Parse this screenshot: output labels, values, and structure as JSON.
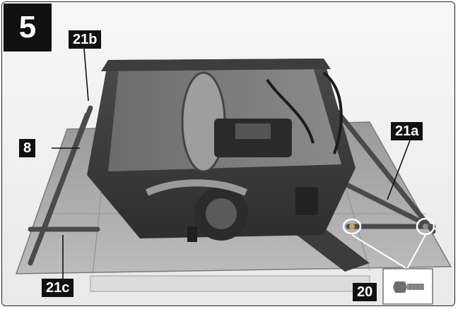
{
  "figure": {
    "step_number": "5",
    "callouts": {
      "part_21b": "21b",
      "part_8": "8",
      "part_21a": "21a",
      "part_21c": "21c",
      "part_20": "20"
    }
  },
  "colors": {
    "tag_background": "#111111",
    "tag_text": "#ffffff",
    "frame_border": "#222222"
  }
}
